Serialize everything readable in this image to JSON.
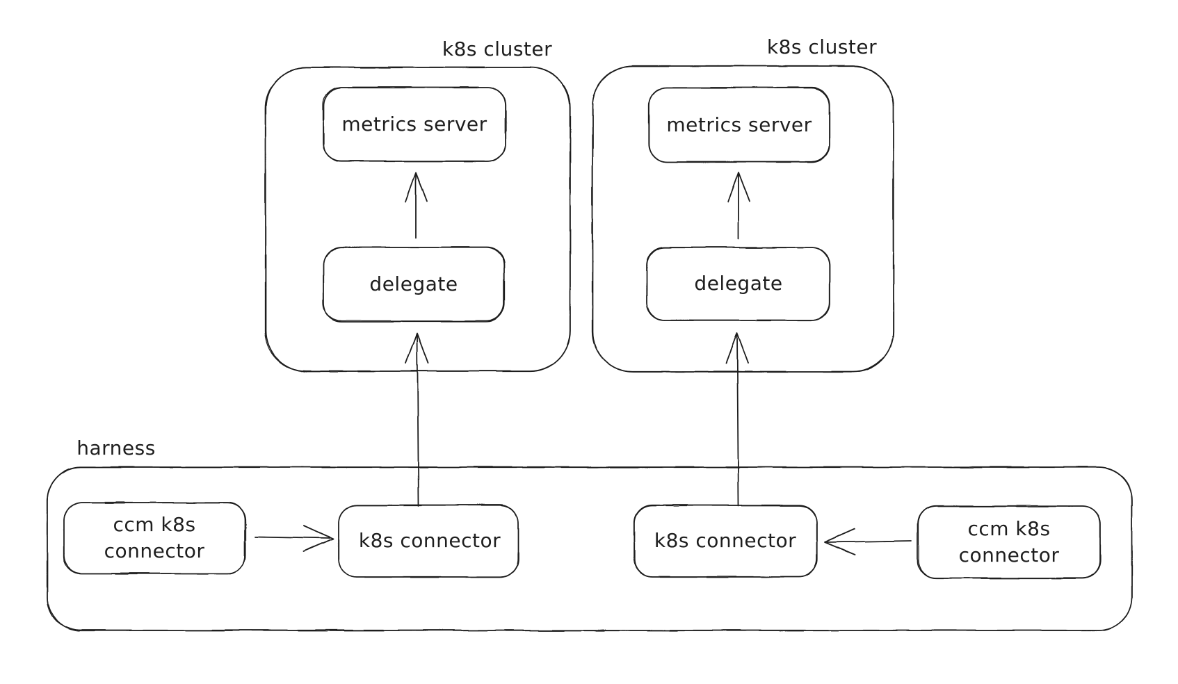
{
  "diagram": {
    "background_color": "#ffffff",
    "stroke_color": "#1e1e1e",
    "clusters": [
      {
        "label": "k8s cluster",
        "nodes": {
          "metrics_server": "metrics server",
          "delegate": "delegate"
        }
      },
      {
        "label": "k8s cluster",
        "nodes": {
          "metrics_server": "metrics server",
          "delegate": "delegate"
        }
      }
    ],
    "harness": {
      "label": "harness",
      "nodes": {
        "ccm_k8s_connector_left": "ccm k8s connector",
        "k8s_connector_left": "k8s connector",
        "k8s_connector_right": "k8s connector",
        "ccm_k8s_connector_right": "ccm k8s connector"
      }
    },
    "edges": [
      {
        "from": "delegate",
        "to": "metrics server",
        "scope": "left k8s cluster"
      },
      {
        "from": "delegate",
        "to": "metrics server",
        "scope": "right k8s cluster"
      },
      {
        "from": "k8s connector",
        "to": "delegate",
        "scope": "left"
      },
      {
        "from": "k8s connector",
        "to": "delegate",
        "scope": "right"
      },
      {
        "from": "ccm k8s connector",
        "to": "k8s connector",
        "scope": "left"
      },
      {
        "from": "ccm k8s connector",
        "to": "k8s connector",
        "scope": "right"
      }
    ]
  }
}
